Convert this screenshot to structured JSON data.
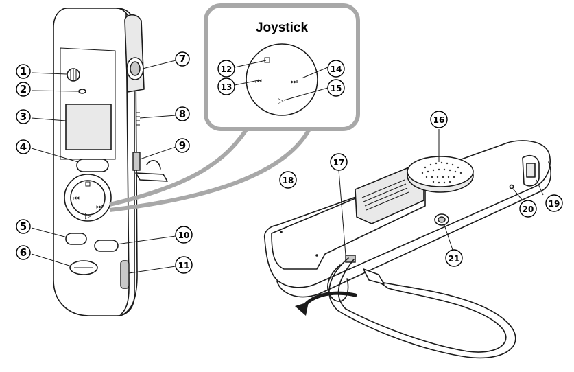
{
  "joystick": {
    "title": "Joystick",
    "accent": "#a8a8a8"
  },
  "callouts": [
    "1",
    "2",
    "3",
    "4",
    "5",
    "6",
    "7",
    "8",
    "9",
    "10",
    "11",
    "12",
    "13",
    "14",
    "15",
    "16",
    "17",
    "18",
    "19",
    "20",
    "21"
  ],
  "icons": {
    "stop": "stop-icon",
    "rewind": "rewind-icon",
    "fast_forward": "fast-forward-icon",
    "play": "play-icon"
  }
}
